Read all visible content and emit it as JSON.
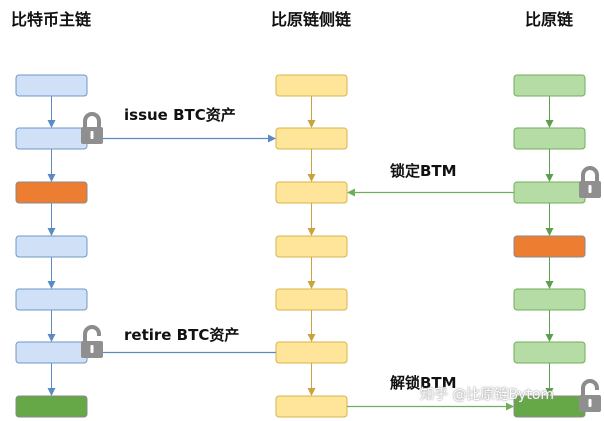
{
  "columns": [
    {
      "id": "btc",
      "title": "比特币主链",
      "fill": "#cfe0f7",
      "stroke": "#6f97c9",
      "arrow": "#5b8bc4",
      "special": {
        "3": "#ed7d31",
        "7": "#66a847"
      }
    },
    {
      "id": "side",
      "title": "比原链侧链",
      "fill": "#ffe599",
      "stroke": "#d9b44a",
      "arrow": "#c9a43a",
      "special": {}
    },
    {
      "id": "bytom",
      "title": "比原链",
      "fill": "#b6dca6",
      "stroke": "#6fae5a",
      "arrow": "#5f9e4d",
      "special": {
        "4": "#ed7d31",
        "7": "#66a847"
      }
    }
  ],
  "blocks_per_column": 7,
  "flows": [
    {
      "label": "issue BTC资产",
      "from": "btc",
      "from_block": 2,
      "to": "side",
      "to_block": 2,
      "color": "#5b8bc4"
    },
    {
      "label": "锁定BTM",
      "from": "bytom",
      "from_block": 3,
      "to": "side",
      "to_block": 3,
      "color": "#6fae5a"
    },
    {
      "label": "retire BTC资产",
      "from": "side",
      "from_block": 6,
      "to": "btc",
      "to_block": 6,
      "color": "#5b8bc4"
    },
    {
      "label": "解锁BTM",
      "from": "side",
      "from_block": 7,
      "to": "bytom",
      "to_block": 7,
      "color": "#6fae5a"
    }
  ],
  "locks": [
    {
      "name": "lock-icon",
      "state": "closed",
      "column": "btc",
      "block": 2
    },
    {
      "name": "lock-icon",
      "state": "closed",
      "column": "bytom",
      "block": 3
    },
    {
      "name": "unlock-icon",
      "state": "open",
      "column": "btc",
      "block": 6
    },
    {
      "name": "unlock-icon",
      "state": "open",
      "column": "bytom",
      "block": 7
    }
  ],
  "watermark": "知乎 @比原链Bytom"
}
